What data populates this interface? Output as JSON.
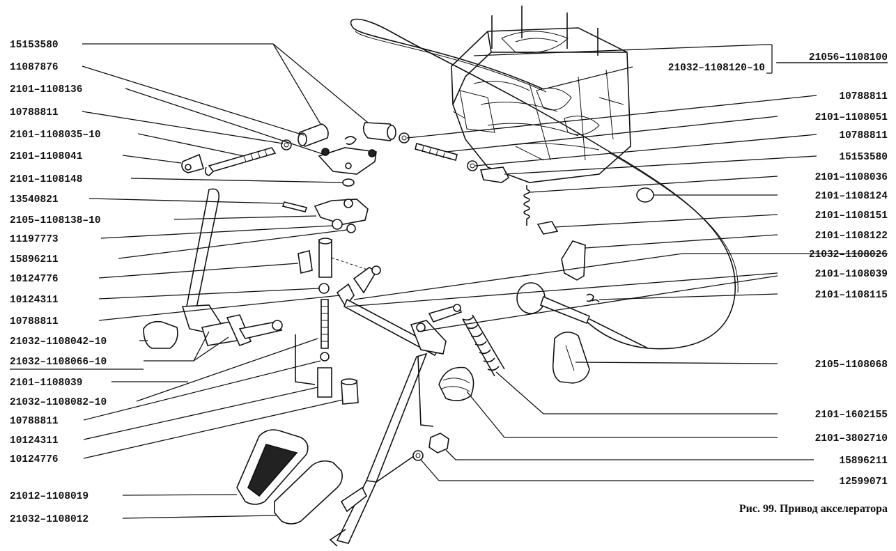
{
  "caption": "Рис. 99. Привод акселератора",
  "assembly_label": "21056–1108100",
  "left_labels": [
    "15153580",
    "11087876",
    "2101–1108136",
    "10788811",
    "2101–1108035–10",
    "2101–1108041",
    "2101–1108148",
    "13540821",
    "2105–1108138–10",
    "11197773",
    "15896211",
    "10124776",
    "10124311",
    "10788811",
    "21032–1108042–10",
    "21032–1108066–10",
    "2101–1108039",
    "21032–1108082–10",
    "10788811",
    "10124311",
    "10124776",
    "21012–1108019",
    "21032–1108012"
  ],
  "right_labels": [
    "21032–1108120–10",
    "10788811",
    "2101–1108051",
    "10788811",
    "15153580",
    "2101–1108036",
    "2101–1108124",
    "2101–1108151",
    "2101–1108122",
    "21032–1108026",
    "2101–1108039",
    "2101–1108115",
    "2105–1108068",
    "2101–1602155",
    "2101–3802710",
    "15896211",
    "12599071"
  ]
}
